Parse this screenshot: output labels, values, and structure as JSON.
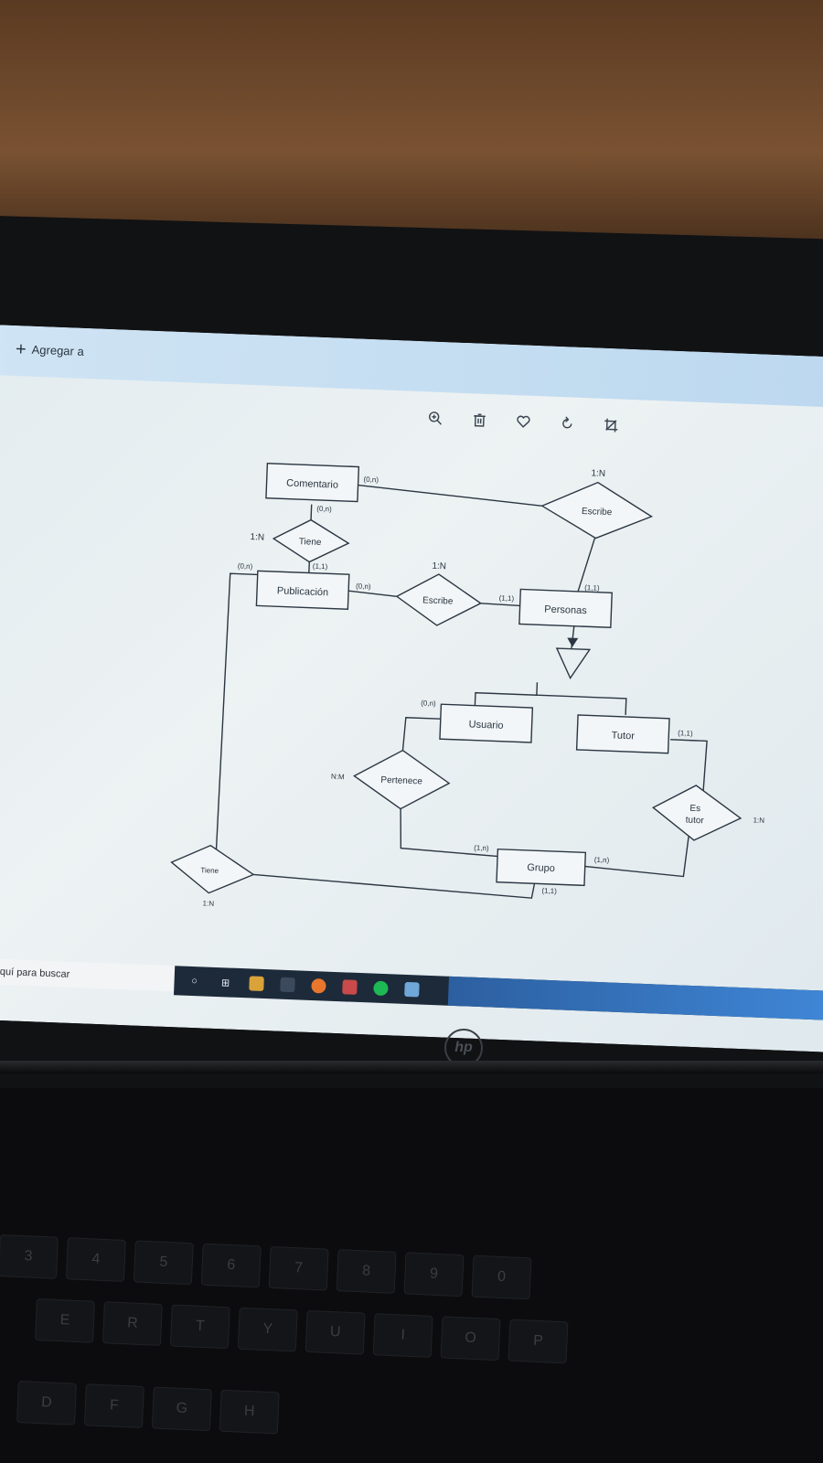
{
  "app": {
    "add_label": "Agregar a",
    "toolbar_icons": [
      "zoom-in-icon",
      "delete-icon",
      "favorite-icon",
      "rotate-icon",
      "crop-icon"
    ]
  },
  "diagram": {
    "entities": {
      "comentario": "Comentario",
      "publicacion": "Publicación",
      "personas": "Personas",
      "usuario": "Usuario",
      "tutor": "Tutor",
      "grupo": "Grupo"
    },
    "relationships": {
      "escribe_top": "Escribe",
      "tiene_top": "Tiene",
      "escribe_mid": "Escribe",
      "pertenece": "Pertenece",
      "es_tutor_1": "Es",
      "es_tutor_2": "tutor",
      "tiene_bottom": "Tiene"
    },
    "cardinalities": {
      "escribe_top": "1:N",
      "tiene_top": "1:N",
      "escribe_mid": "1:N",
      "pertenece": "N:M",
      "es_tutor": "1:N",
      "tiene_bottom": "1:N"
    },
    "participations": {
      "comentario_escribe": "(0,n)",
      "comentario_tiene": "(0,n)",
      "publicacion_tiene": "(1,1)",
      "publicacion_left": "(0,n)",
      "publicacion_escribe": "(0,n)",
      "personas_escribe_mid": "(1,1)",
      "personas_escribe_top": "(1,1)",
      "usuario_pertenece": "(0,n)",
      "tutor_estutor": "(1,1)",
      "grupo_pertenece": "(1,n)",
      "grupo_estutor": "(1,n)",
      "grupo_tiene": "(1,1)"
    }
  },
  "taskbar": {
    "search_placeholder": "cribe aquí para buscar"
  },
  "keyboard": {
    "row_num": [
      "3",
      "4",
      "5",
      "6",
      "7",
      "8",
      "9",
      "0"
    ],
    "row_top": [
      "E",
      "R",
      "T",
      "Y",
      "U",
      "I",
      "O",
      "P"
    ],
    "row_home": [
      "D",
      "F",
      "G",
      "H"
    ]
  }
}
